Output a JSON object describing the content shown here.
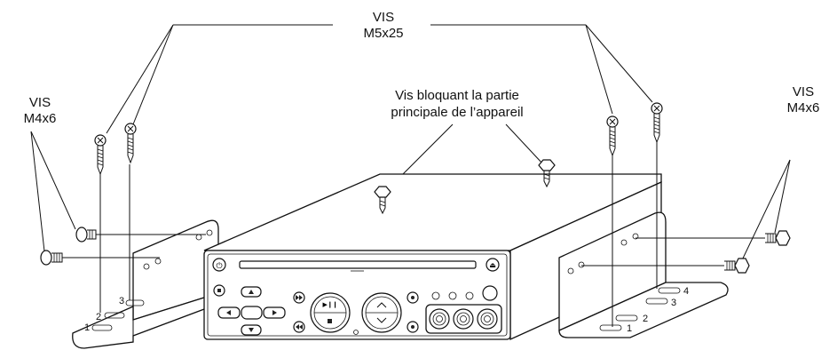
{
  "labels": {
    "top_screw_line1": "VIS",
    "top_screw_line2": "M5x25",
    "left_screw_line1": "VIS",
    "left_screw_line2": "M4x6",
    "right_screw_line1": "VIS",
    "right_screw_line2": "M4x6",
    "lock_screw_line1": "Vis bloquant la partie",
    "lock_screw_line2": "principale de l’appareil"
  },
  "left_bracket_numbers": [
    "1",
    "2",
    "3"
  ],
  "right_bracket_numbers": [
    "1",
    "2",
    "3",
    "4"
  ]
}
